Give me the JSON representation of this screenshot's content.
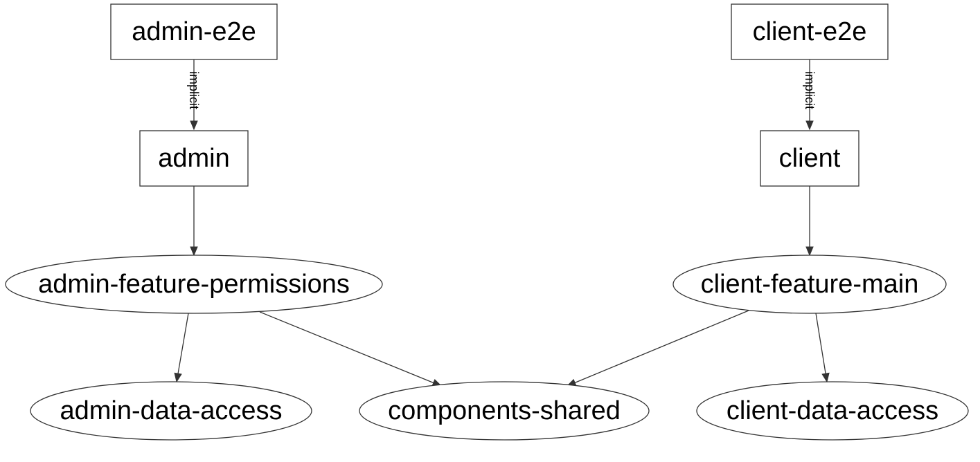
{
  "diagram": {
    "nodes": [
      {
        "id": "admin-e2e",
        "label": "admin-e2e",
        "shape": "box"
      },
      {
        "id": "client-e2e",
        "label": "client-e2e",
        "shape": "box"
      },
      {
        "id": "admin",
        "label": "admin",
        "shape": "box"
      },
      {
        "id": "client",
        "label": "client",
        "shape": "box"
      },
      {
        "id": "admin-feature-permissions",
        "label": "admin-feature-permissions",
        "shape": "ellipse"
      },
      {
        "id": "client-feature-main",
        "label": "client-feature-main",
        "shape": "ellipse"
      },
      {
        "id": "admin-data-access",
        "label": "admin-data-access",
        "shape": "ellipse"
      },
      {
        "id": "components-shared",
        "label": "components-shared",
        "shape": "ellipse"
      },
      {
        "id": "client-data-access",
        "label": "client-data-access",
        "shape": "ellipse"
      }
    ],
    "edges": [
      {
        "from": "admin-e2e",
        "to": "admin",
        "label": "implicit"
      },
      {
        "from": "client-e2e",
        "to": "client",
        "label": "implicit"
      },
      {
        "from": "admin",
        "to": "admin-feature-permissions",
        "label": ""
      },
      {
        "from": "client",
        "to": "client-feature-main",
        "label": ""
      },
      {
        "from": "admin-feature-permissions",
        "to": "admin-data-access",
        "label": ""
      },
      {
        "from": "admin-feature-permissions",
        "to": "components-shared",
        "label": ""
      },
      {
        "from": "client-feature-main",
        "to": "components-shared",
        "label": ""
      },
      {
        "from": "client-feature-main",
        "to": "client-data-access",
        "label": ""
      }
    ]
  }
}
